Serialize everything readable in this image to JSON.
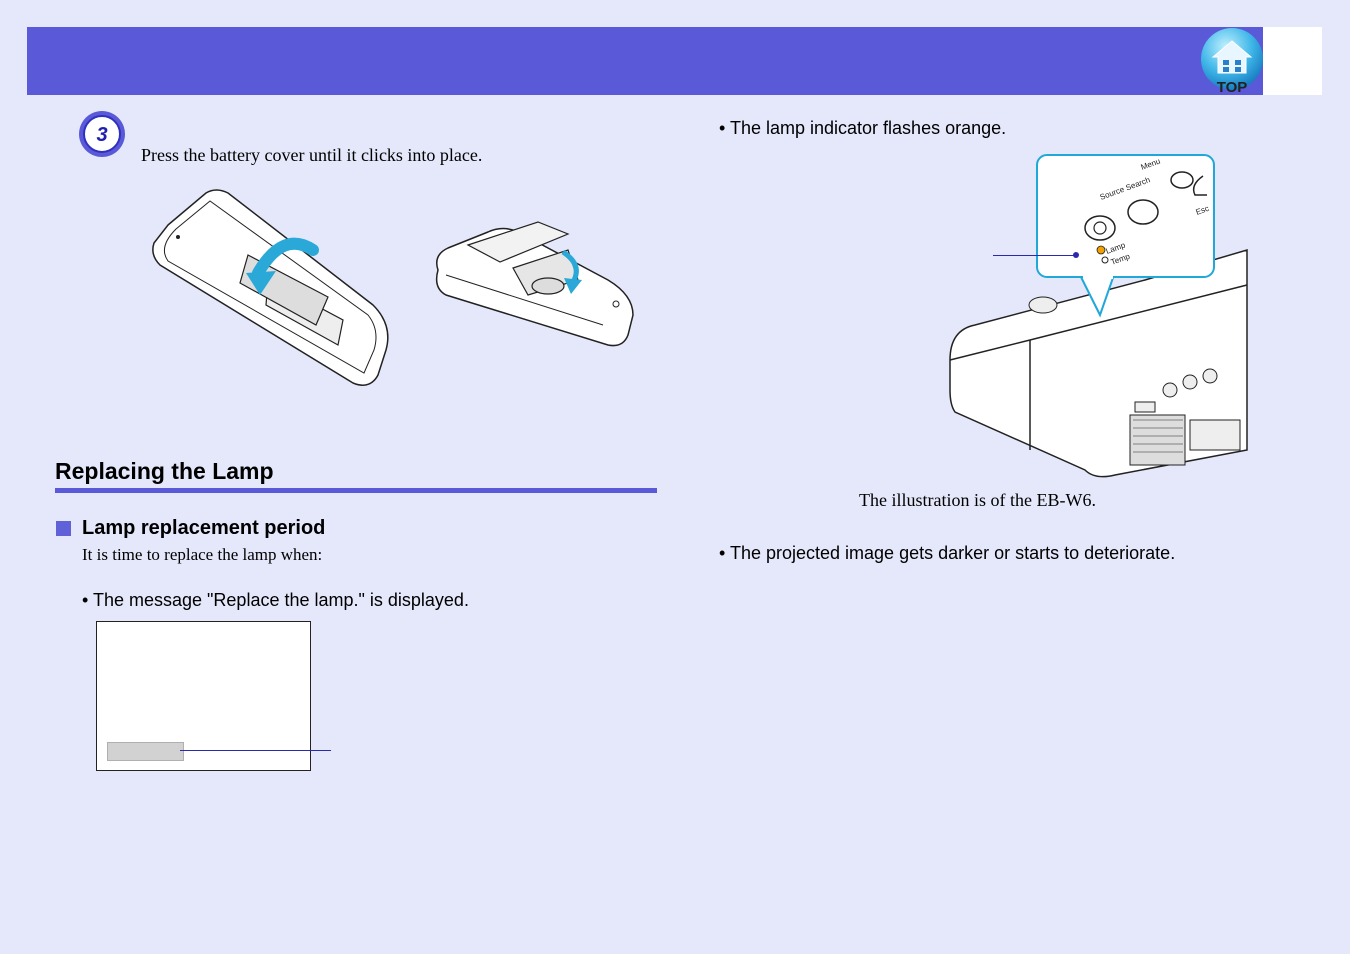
{
  "header": {
    "top_label": "TOP"
  },
  "step": {
    "number": "3",
    "text": "Press the battery cover until it clicks into place."
  },
  "section": {
    "title": "Replacing the Lamp"
  },
  "subsection": {
    "title": "Lamp replacement period",
    "intro": "It is time to replace the lamp when:"
  },
  "bullets": {
    "message": "• The message \"Replace the lamp.\" is displayed.",
    "indicator": "• The lamp indicator flashes orange.",
    "image": "• The projected image gets darker or starts to deteriorate."
  },
  "projector_panel": {
    "labels": [
      "Menu",
      "Source Search",
      "Esc",
      "Lamp",
      "Temp"
    ]
  },
  "caption": "The illustration is of the EB-W6.",
  "colors": {
    "header": "#5a5ad8",
    "background": "#e5e8fa",
    "accent_arrow": "#2aa9d8",
    "callout_border": "#1fa8d8"
  }
}
